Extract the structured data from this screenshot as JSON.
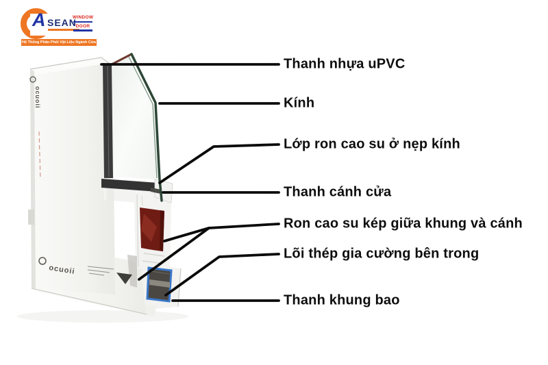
{
  "logo": {
    "initial": "A",
    "name": "SEAN",
    "word_top": "WINDOW",
    "word_bottom": "DOOR",
    "tagline": "Hệ Thống Phân Phối Vật Liệu Ngành Cửa",
    "colors": {
      "orange": "#ee7623",
      "blue": "#2135a5",
      "navy": "#1d2d73",
      "red": "#d9251d"
    }
  },
  "photo": {
    "brand_mark_bottom": "ocuoii",
    "brand_mark_side": "ocuoii",
    "colors": {
      "frame_white": "#f3f3f1",
      "glazing_channel_dark": "#3a3a3a",
      "glass_edge_green": "#2e4737",
      "gasket_red": "#6f1c14",
      "steel_border_blue": "#3a77c8",
      "steel_core_gray": "#4a4742",
      "leader_black": "#0b0b0b"
    }
  },
  "diagram": {
    "leader_color": "#0b0b0b",
    "label_color": "#0d0d0d",
    "labels": [
      {
        "text": "Thanh nhựa uPVC"
      },
      {
        "text": "Kính"
      },
      {
        "text": "Lớp ron cao su ở nẹp kính"
      },
      {
        "text": "Thanh cánh cửa"
      },
      {
        "text": "Ron cao su kép giữa khung và cánh"
      },
      {
        "text": "Lõi thép gia cường bên trong"
      },
      {
        "text": "Thanh khung bao"
      }
    ]
  }
}
